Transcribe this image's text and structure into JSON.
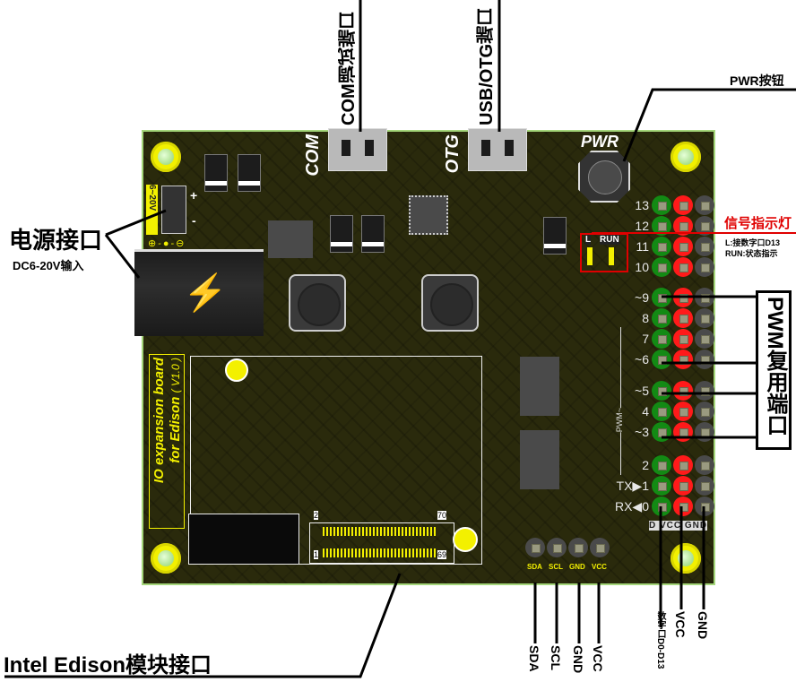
{
  "diagram": {
    "title": "IO expansion board for Edison (V1.0)",
    "board_silkscreen": {
      "name_line1": "IO expansion board",
      "name_line2": "for Edison",
      "version": "( V1.0 )",
      "com_label": "COM",
      "otg_label": "OTG",
      "pwr_label": "PWR",
      "power_header_label": "6~20V",
      "power_plus": "+",
      "power_minus": "-",
      "led_l": "L",
      "led_run": "RUN",
      "pwm_bracket_label": "PWM~",
      "edison_pin_2": "2",
      "edison_pin_70": "70",
      "edison_pin_1": "1",
      "edison_pin_69": "69",
      "header_bottom_labels": "D VCC GND",
      "i2c_labels": [
        "SDA",
        "SCL",
        "GND",
        "VCC"
      ]
    },
    "digital_pins": [
      {
        "label": "13",
        "pwm": false
      },
      {
        "label": "12",
        "pwm": false
      },
      {
        "label": "11",
        "pwm": false
      },
      {
        "label": "10",
        "pwm": false
      },
      {
        "label": "~9",
        "pwm": true
      },
      {
        "label": "8",
        "pwm": false
      },
      {
        "label": "7",
        "pwm": false
      },
      {
        "label": "~6",
        "pwm": true
      },
      {
        "label": "~5",
        "pwm": true
      },
      {
        "label": "4",
        "pwm": false
      },
      {
        "label": "~3",
        "pwm": true
      },
      {
        "label": "2",
        "pwm": false
      },
      {
        "label": "TX▶1",
        "pwm": false
      },
      {
        "label": "RX◀0",
        "pwm": false
      }
    ],
    "header_colors": {
      "signal": "#138a14",
      "vcc": "#ff1a1a",
      "gnd": "#4a4a4a"
    },
    "callouts": {
      "power_port": "电源接口",
      "power_port_sub": "DC6-20V输入",
      "com_port": "COM调试端口",
      "usb_otg_port": "USB/OTG端口",
      "pwr_button": "PWR按钮",
      "signal_led": "信号指示灯",
      "signal_led_sub1": "L:接数字口D13",
      "signal_led_sub2": "RUN:状态指示",
      "pwm_ports": "PWM复用端口",
      "edison_interface": "Intel Edison模块接口",
      "bottom_d": "数字口D0-D13",
      "bottom_vcc": "VCC",
      "bottom_gnd": "GND",
      "i2c_sda": "SDA",
      "i2c_scl": "SCL",
      "i2c_gnd": "GND",
      "i2c_vcc": "VCC"
    },
    "colors": {
      "board": "#2a2a0c",
      "board_edge": "#a4d67a",
      "silk_yellow": "#f3f000",
      "led_box": "#e00000"
    }
  }
}
